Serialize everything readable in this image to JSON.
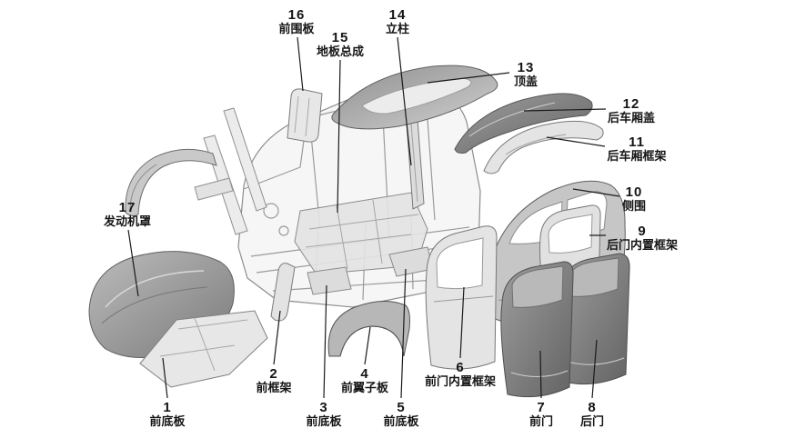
{
  "palette": {
    "background": "#ffffff",
    "leader_line": "#1a1a1a",
    "label_text": "#151515",
    "part_dark": "#6e6e6e",
    "part_mid": "#b7b7b7",
    "part_light": "#e4e4e4"
  },
  "diagram": {
    "labels": [
      {
        "number": "1",
        "name": "前底板"
      },
      {
        "number": "2",
        "name": "前框架"
      },
      {
        "number": "3",
        "name": "前底板"
      },
      {
        "number": "4",
        "name": "前翼子板"
      },
      {
        "number": "5",
        "name": "前底板"
      },
      {
        "number": "6",
        "name": "前门内置框架"
      },
      {
        "number": "7",
        "name": "前门"
      },
      {
        "number": "8",
        "name": "后门"
      },
      {
        "number": "9",
        "name": "后门内置框架"
      },
      {
        "number": "10",
        "name": "侧围"
      },
      {
        "number": "11",
        "name": "后车厢框架"
      },
      {
        "number": "12",
        "name": "后车厢盖"
      },
      {
        "number": "13",
        "name": "顶盖"
      },
      {
        "number": "14",
        "name": "立柱"
      },
      {
        "number": "15",
        "name": "地板总成"
      },
      {
        "number": "16",
        "name": "前围板"
      },
      {
        "number": "17",
        "name": "发动机罩"
      }
    ]
  }
}
